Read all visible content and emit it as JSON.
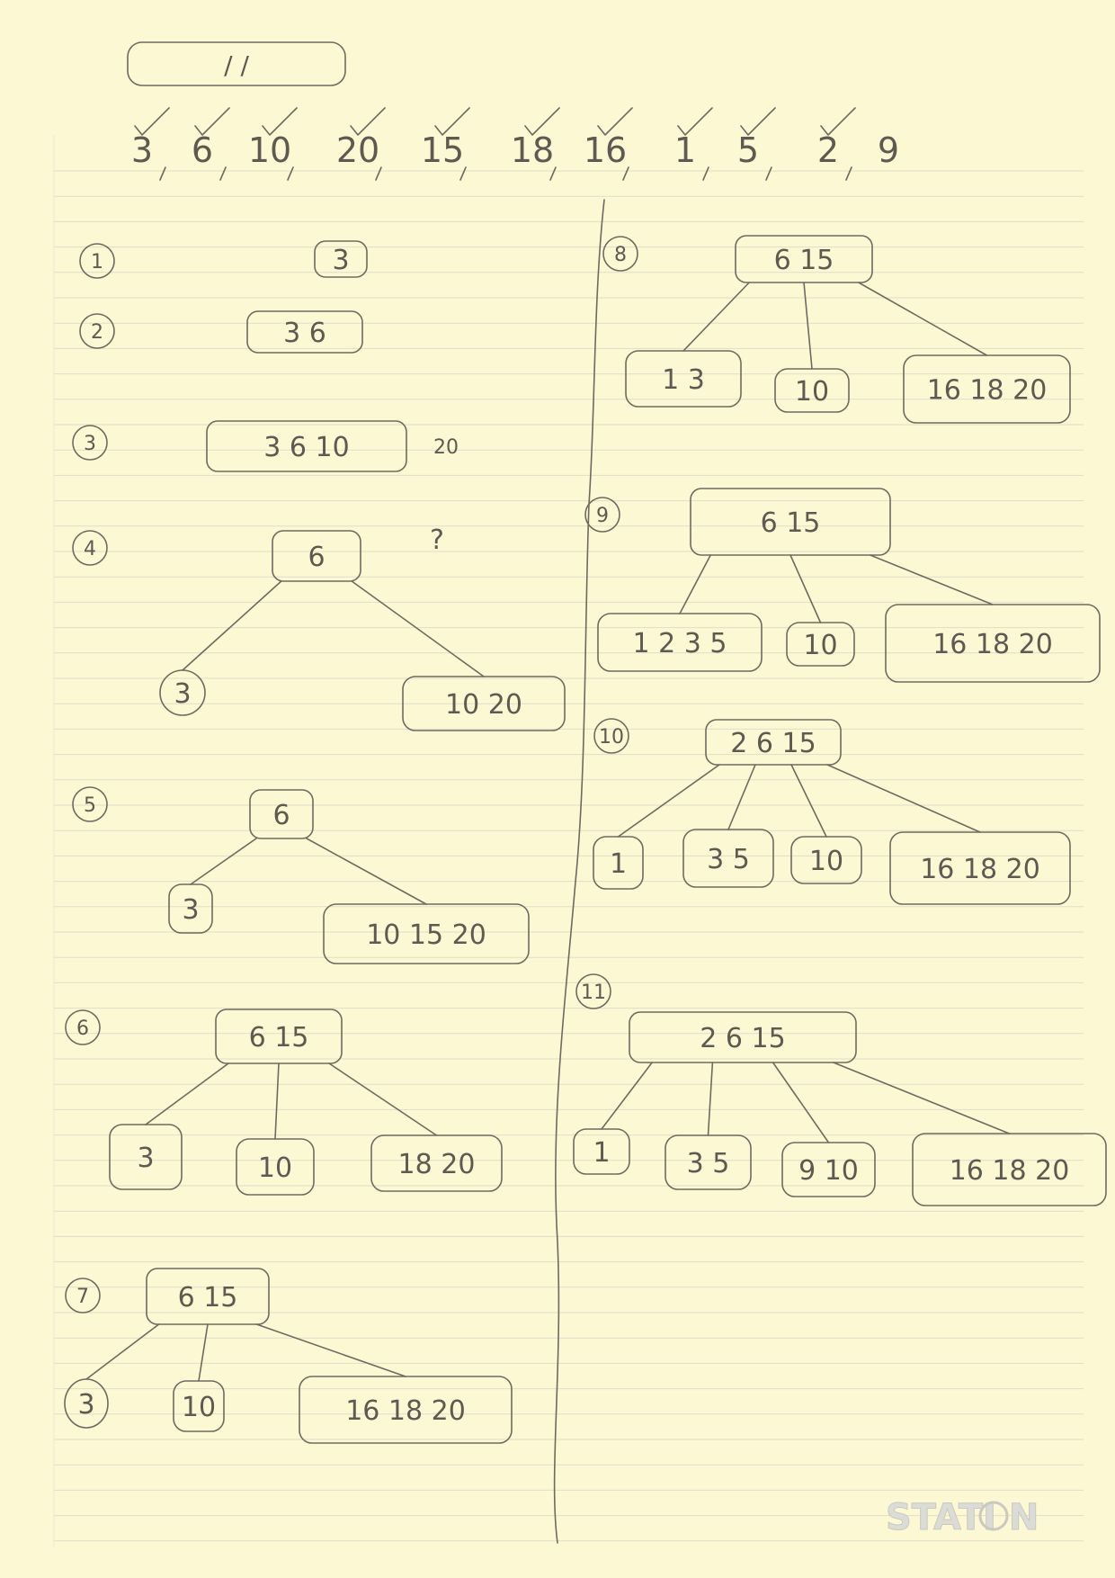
{
  "header_box": {
    "marks": "/ /"
  },
  "sequence": [
    "3",
    "6",
    "10",
    "20",
    "15",
    "18",
    "16",
    "1",
    "5",
    "2",
    "9"
  ],
  "steps": [
    {
      "label": "1",
      "root": [
        "3"
      ],
      "children": []
    },
    {
      "label": "2",
      "root": [
        "3 6"
      ],
      "children": []
    },
    {
      "label": "3",
      "root": [
        "3 6 10"
      ],
      "children": [],
      "note": "20"
    },
    {
      "label": "4",
      "root": [
        "6"
      ],
      "children": [
        "3",
        "10 20"
      ],
      "note": "?"
    },
    {
      "label": "5",
      "root": [
        "6"
      ],
      "children": [
        "3",
        "10 15 20"
      ]
    },
    {
      "label": "6",
      "root": [
        "6 15"
      ],
      "children": [
        "3",
        "10",
        "18 20"
      ]
    },
    {
      "label": "7",
      "root": [
        "6 15"
      ],
      "children": [
        "3",
        "10",
        "16 18 20"
      ]
    },
    {
      "label": "8",
      "root": [
        "6 15"
      ],
      "children": [
        "1 3",
        "10",
        "16 18 20"
      ]
    },
    {
      "label": "9",
      "root": [
        "6 15"
      ],
      "children": [
        "1 2 3 5",
        "10",
        "16 18 20"
      ]
    },
    {
      "label": "10",
      "root": [
        "2 6 15"
      ],
      "children": [
        "1",
        "3 5",
        "10",
        "16 18 20"
      ]
    },
    {
      "label": "11",
      "root": [
        "2 6 15"
      ],
      "children": [
        "1",
        "3 5",
        "9 10",
        "16 18 20"
      ]
    }
  ],
  "logo": "STATI N",
  "colors": {
    "paper": "#fbf8d3",
    "pencil": "#6f6a60",
    "rule": "#e0ddc9",
    "logo": "#dcdcd6"
  }
}
